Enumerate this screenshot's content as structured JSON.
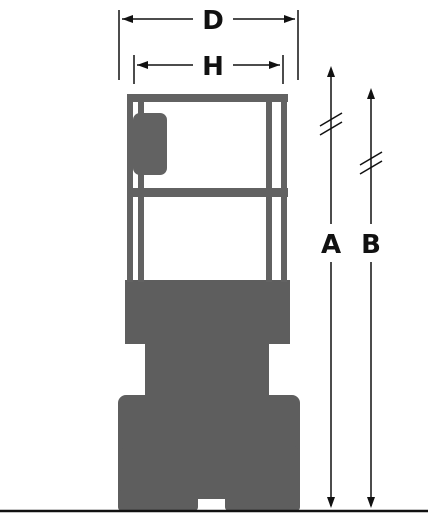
{
  "diagram": {
    "labels": {
      "d": "D",
      "h": "H",
      "a": "A",
      "b": "B"
    },
    "colors": {
      "machine_body": "#5e5e5e",
      "rail": "#626262",
      "dimension_line": "#111111",
      "ground": "#111111",
      "background": "#ffffff"
    }
  }
}
